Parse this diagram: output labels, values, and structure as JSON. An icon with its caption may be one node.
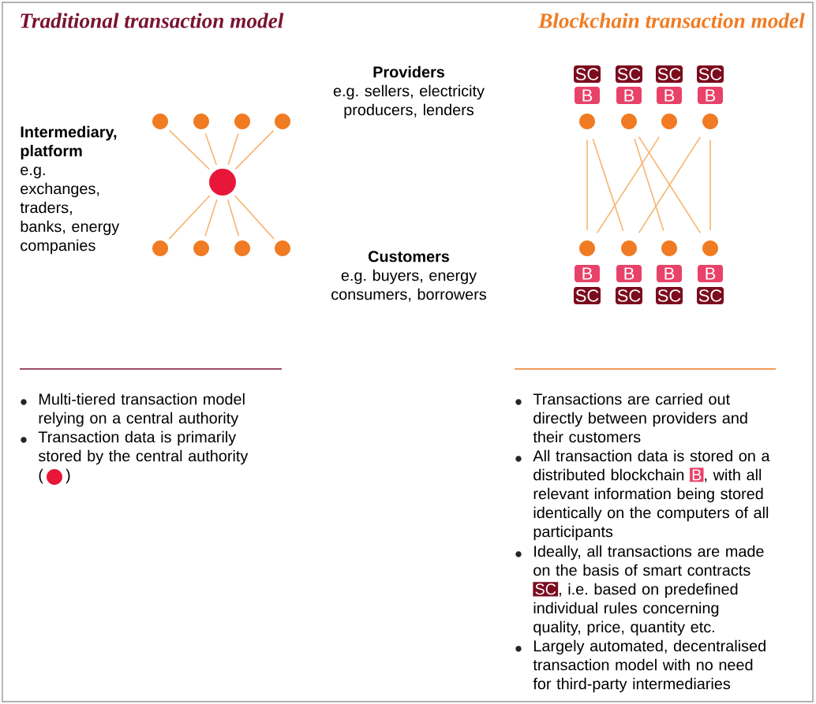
{
  "diagram": {
    "nodes": [
      {
        "text": [],
        "shape": "circle"
      },
      {
        "text": [],
        "shape": "circle"
      },
      {
        "text": [],
        "shape": "circle"
      },
      {
        "text": [],
        "shape": "circle"
      },
      {
        "text": [],
        "shape": "circle"
      },
      {
        "text": [],
        "shape": "circle"
      },
      {
        "text": [],
        "shape": "circle"
      },
      {
        "text": [],
        "shape": "circle"
      },
      {
        "text": [],
        "shape": "circle"
      },
      {
        "text": [
          "SC"
        ]
      },
      {
        "text": [
          "SC"
        ]
      },
      {
        "text": [
          "SC"
        ]
      },
      {
        "text": [
          "SC"
        ]
      },
      {
        "text": [
          "B"
        ]
      },
      {
        "text": [
          "B"
        ]
      },
      {
        "text": [
          "B"
        ]
      },
      {
        "text": [
          "B"
        ]
      },
      {
        "text": [],
        "shape": "circle"
      },
      {
        "text": [],
        "shape": "circle"
      },
      {
        "text": [],
        "shape": "circle"
      },
      {
        "text": [],
        "shape": "circle"
      },
      {
        "text": [],
        "shape": "circle"
      },
      {
        "text": [],
        "shape": "circle"
      },
      {
        "text": [],
        "shape": "circle"
      },
      {
        "text": [],
        "shape": "circle"
      },
      {
        "text": [
          "B"
        ]
      },
      {
        "text": [
          "B"
        ]
      },
      {
        "text": [
          "B"
        ]
      },
      {
        "text": [
          "B"
        ]
      },
      {
        "text": [
          "SC"
        ]
      },
      {
        "text": [
          "SC"
        ]
      },
      {
        "text": [
          "SC"
        ]
      },
      {
        "text": [
          "SC"
        ]
      }
    ],
    "edges": [
      {
        "from": 0,
        "to": 4,
        "arrow": "none"
      },
      {
        "from": 1,
        "to": 4,
        "arrow": "none"
      },
      {
        "from": 2,
        "to": 4,
        "arrow": "none"
      },
      {
        "from": 3,
        "to": 4,
        "arrow": "none"
      },
      {
        "from": 4,
        "to": 5,
        "arrow": "none"
      },
      {
        "from": 4,
        "to": 6,
        "arrow": "none"
      },
      {
        "from": 4,
        "to": 7,
        "arrow": "none"
      },
      {
        "from": 4,
        "to": 8,
        "arrow": "none"
      },
      {
        "from": 17,
        "to": 21,
        "arrow": "none"
      },
      {
        "from": 17,
        "to": 22,
        "arrow": "none"
      },
      {
        "from": 18,
        "to": 23,
        "arrow": "none"
      },
      {
        "from": 18,
        "to": 24,
        "arrow": "none"
      },
      {
        "from": 19,
        "to": 21,
        "arrow": "none"
      },
      {
        "from": 20,
        "to": 22,
        "arrow": "none"
      },
      {
        "from": 20,
        "to": 24,
        "arrow": "none"
      }
    ],
    "labels": [
      "Traditional transaction model",
      "Blockchain transaction model",
      "Providers",
      "e.g. sellers, electricity producers, lenders",
      "Intermediary, platform",
      "e.g. exchanges, traders, banks, energy companies",
      "Customers",
      "e.g. buyers, energy consumers, borrowers",
      "Multi-tiered transaction model relying on a central authority",
      "Transaction data is primarily stored by the central authority",
      "(",
      ")",
      "Transactions are carried out directly between providers and their customers",
      "All transaction data is stored on a distributed blockchain",
      "B",
      ", with all relevant information being stored identically on the computers of all participants",
      "Ideally, all transactions are made on the basis of smart contracts",
      "SC",
      ", i.e. based on predefined individual rules concerning quality, price, quantity etc.",
      "Largely automated, decentralised transaction model with no need for third-party intermediaries"
    ]
  }
}
